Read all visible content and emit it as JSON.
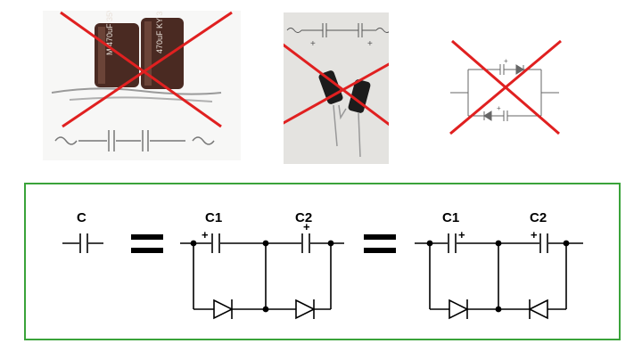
{
  "colors": {
    "cross": "#e02020",
    "frame": "#3aa33a",
    "wire": "#000000",
    "capacitor_body": "#4a2a22"
  },
  "photo1": {
    "can1_print": "M 470uF 35V",
    "can2_print": "470uF KY 35V"
  },
  "photo3_labels": {
    "plus": "+"
  },
  "schematic": {
    "single_cap_label": "C",
    "circuit_a": {
      "c1_label": "C1",
      "c2_label": "C2",
      "plus": "+"
    },
    "circuit_b": {
      "c1_label": "C1",
      "c2_label": "C2",
      "plus": "+"
    }
  }
}
